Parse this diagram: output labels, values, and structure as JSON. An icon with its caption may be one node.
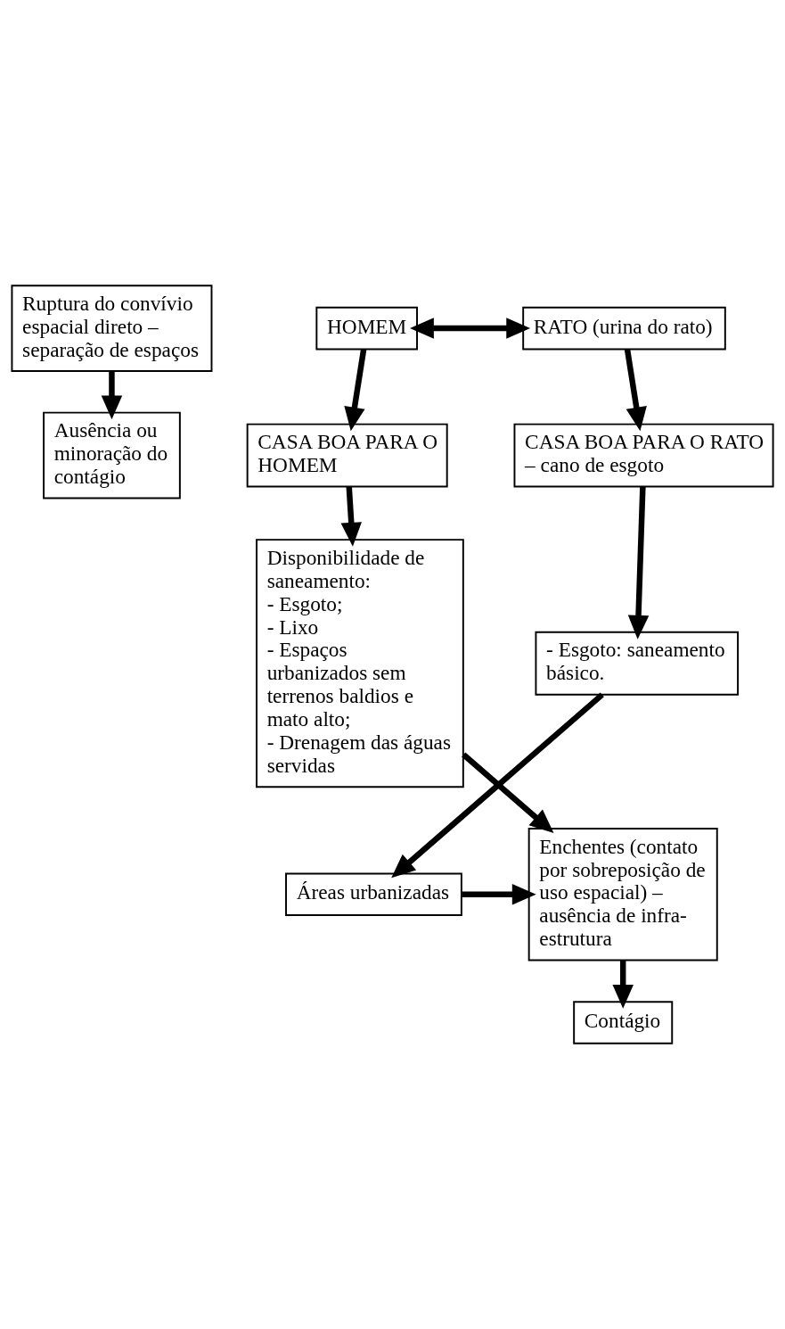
{
  "diagram": {
    "nodes": [
      {
        "text": [
          "Ruptura do convívio espacial direto – separação de espaços"
        ]
      },
      {
        "text": [
          "Ausência ou minoração do contágio"
        ]
      },
      {
        "text": [
          "HOMEM"
        ]
      },
      {
        "text": [
          "RATO (urina do rato)"
        ]
      },
      {
        "text": [
          "CASA BOA PARA O HOMEM"
        ]
      },
      {
        "text": [
          "CASA BOA PARA O RATO – cano de esgoto"
        ]
      },
      {
        "text": [
          "Disponibilidade de saneamento:",
          "- Esgoto;",
          "- Lixo",
          "- Espaços urbanizados sem terrenos baldios e mato alto;",
          "- Drenagem das águas servidas"
        ]
      },
      {
        "text": [
          "- Esgoto: saneamento básico."
        ]
      },
      {
        "text": [
          "Enchentes (contato por sobreposição de uso espacial) – ausência de infra-estrutura"
        ]
      },
      {
        "text": [
          "Áreas urbanizadas"
        ]
      },
      {
        "text": [
          "Contágio"
        ]
      }
    ],
    "edges": [
      {
        "from": 0,
        "to": 1,
        "arrow": "to"
      },
      {
        "from": 2,
        "to": 3,
        "arrow": "both"
      },
      {
        "from": 2,
        "to": 4,
        "arrow": "to"
      },
      {
        "from": 4,
        "to": 6,
        "arrow": "to"
      },
      {
        "from": 3,
        "to": 5,
        "arrow": "to"
      },
      {
        "from": 5,
        "to": 7,
        "arrow": "to"
      },
      {
        "from": 7,
        "to": 9,
        "arrow": "to"
      },
      {
        "from": 6,
        "to": 8,
        "arrow": "to"
      },
      {
        "from": 9,
        "to": 8,
        "arrow": "to"
      },
      {
        "from": 8,
        "to": 10,
        "arrow": "to"
      }
    ]
  }
}
